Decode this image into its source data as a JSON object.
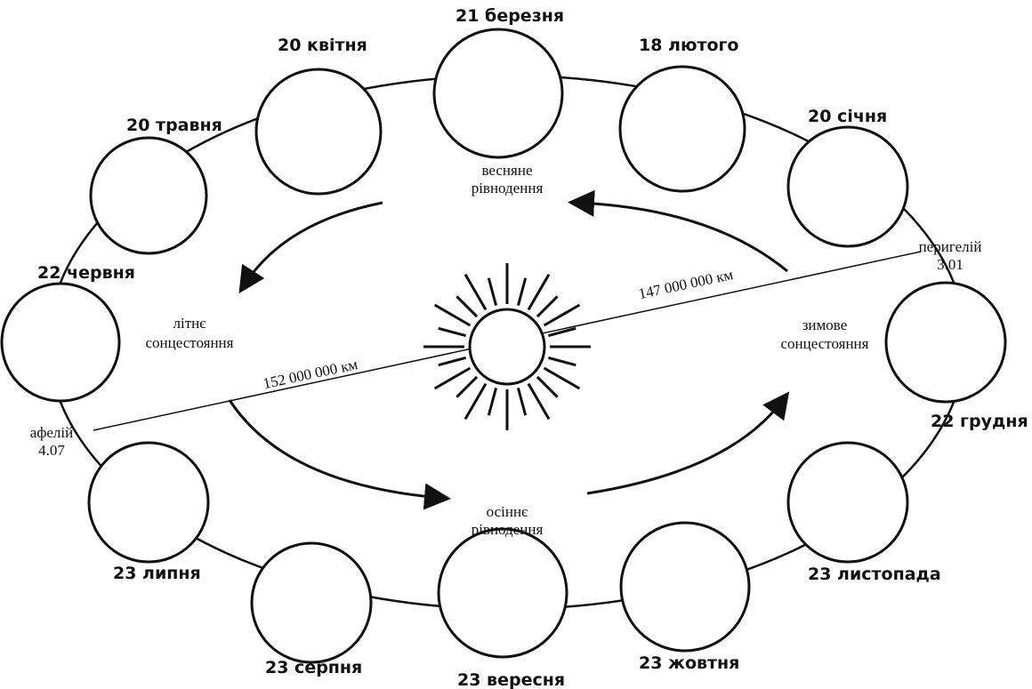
{
  "globes": [
    {
      "id": "21-march",
      "date": "21 березня",
      "shade": 0.1
    },
    {
      "id": "18-feb",
      "date": "18 лютого",
      "shade": 0.28
    },
    {
      "id": "20-jan",
      "date": "20 січня",
      "shade": 0.45
    },
    {
      "id": "22-dec",
      "date": "22 грудня",
      "shade": 0.55
    },
    {
      "id": "23-nov",
      "date": "23 листопада",
      "shade": 0.75
    },
    {
      "id": "23-oct",
      "date": "23 жовтня",
      "shade": 0.9
    },
    {
      "id": "23-sep",
      "date": "23 вересня",
      "shade": 1.0
    },
    {
      "id": "23-aug",
      "date": "23 серпня",
      "shade": 0.92
    },
    {
      "id": "23-jul",
      "date": "23 липня",
      "shade": 0.7
    },
    {
      "id": "22-jun",
      "date": "22 червня",
      "shade": 0.5
    },
    {
      "id": "20-may",
      "date": "20 травня",
      "shade": 0.4
    },
    {
      "id": "20-apr",
      "date": "20 квітня",
      "shade": 0.22
    }
  ],
  "notes": {
    "vernal_1": "весняне",
    "vernal_2": "рівнодення",
    "summer_1": "літнє",
    "summer_2": "сонцестояння",
    "winter_1": "зимове",
    "winter_2": "сонцестояння",
    "autumn_1": "осіннє",
    "autumn_2": "рівнодення",
    "perihelion_1": "перигелій",
    "perihelion_2": "3.01",
    "aphelion_1": "афелій",
    "aphelion_2": "4.07"
  },
  "distances": {
    "perihelion": "147 000 000  км",
    "aphelion": "152 000 000  км"
  }
}
